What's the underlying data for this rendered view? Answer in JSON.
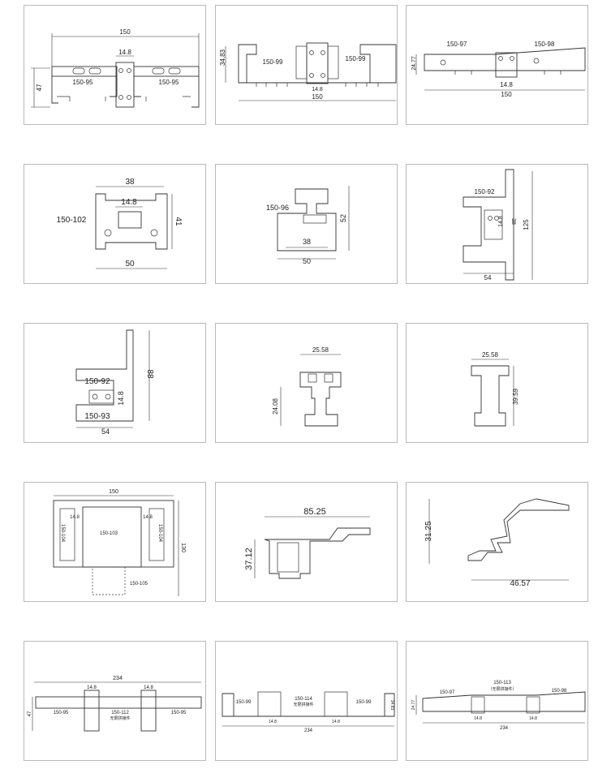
{
  "panels": [
    {
      "labels": [
        "150",
        "14.8",
        "47",
        "150-95",
        "150-95"
      ]
    },
    {
      "labels": [
        "34.83",
        "150-99",
        "150-99",
        "150",
        "14.8"
      ]
    },
    {
      "labels": [
        "150-97",
        "150-98",
        "24.77",
        "14.8",
        "150"
      ]
    },
    {
      "labels": [
        "38",
        "14.8",
        "150-102",
        "41",
        "50"
      ]
    },
    {
      "labels": [
        "150-96",
        "52",
        "38",
        "50"
      ]
    },
    {
      "labels": [
        "150-92",
        "14.8",
        "38",
        "125",
        "54"
      ]
    },
    {
      "labels": [
        "88",
        "150-92",
        "14.8",
        "150-93",
        "54"
      ]
    },
    {
      "labels": [
        "25.58",
        "24.08"
      ]
    },
    {
      "labels": [
        "25.58",
        "39.59"
      ]
    },
    {
      "labels": [
        "150",
        "14.8",
        "14.8",
        "150-104",
        "150-103",
        "150-104",
        "130",
        "150-105"
      ]
    },
    {
      "labels": [
        "85.25",
        "37.12"
      ]
    },
    {
      "labels": [
        "31.25",
        "46.57"
      ]
    },
    {
      "labels": [
        "234",
        "14.8",
        "14.8",
        "47",
        "150-95",
        "150-112",
        "无限拼接件",
        "150-95"
      ]
    },
    {
      "labels": [
        "150-99",
        "150-114",
        "无限拼接件",
        "150-99",
        "34.83",
        "14.8",
        "14.8",
        "234"
      ]
    },
    {
      "labels": [
        "150-113",
        "（无限拼接件）",
        "24.77",
        "150-97",
        "150-98",
        "14.8",
        "14.8",
        "234"
      ]
    }
  ]
}
